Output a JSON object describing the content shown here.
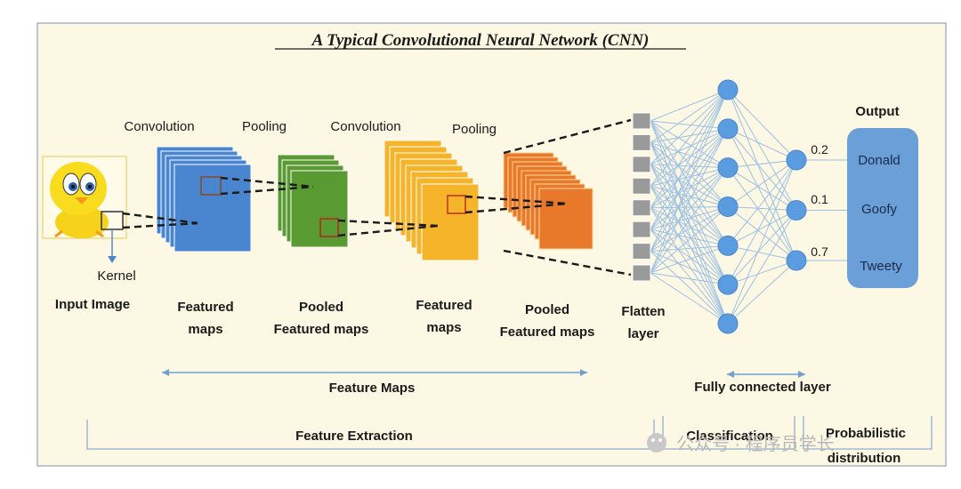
{
  "title": "A Typical Convolutional Neural Network (CNN)",
  "operations": {
    "convolution_1": "Convolution",
    "pooling_1": "Pooling",
    "convolution_2": "Convolution",
    "pooling_2": "Pooling",
    "kernel": "Kernel"
  },
  "stages": {
    "input_image": "Input Image",
    "featured_maps_1": [
      "Featured",
      "maps"
    ],
    "pooled_maps_1": [
      "Pooled",
      "Featured maps"
    ],
    "featured_maps_2": [
      "Featured",
      "maps"
    ],
    "pooled_maps_2": [
      "Pooled",
      "Featured maps"
    ],
    "flatten_layer": [
      "Flatten",
      "layer"
    ]
  },
  "output": {
    "heading": "Output",
    "classes": [
      "Donald",
      "Goofy",
      "Tweety"
    ],
    "probabilities": [
      "0.2",
      "0.1",
      "0.7"
    ]
  },
  "sections": {
    "feature_maps": "Feature Maps",
    "fully_connected": "Fully connected layer",
    "feature_extraction": "Feature Extraction",
    "classification": "Classification",
    "probabilistic": [
      "Probabilistic",
      "distribution"
    ]
  },
  "watermark": "公众号 · 程序员学长",
  "network": {
    "flatten_nodes": 8,
    "hidden_nodes": 7,
    "output_nodes": 3
  },
  "colors": {
    "background": "#fdf8e4",
    "conv_blue": "#4a86cf",
    "pool_green": "#5a9a32",
    "conv_orange": "#f5b42a",
    "pool_orange": "#e8782a",
    "node_blue": "#5b9be0",
    "output_box": "#6a9fd8",
    "flatten_gray": "#9a9a9a"
  }
}
